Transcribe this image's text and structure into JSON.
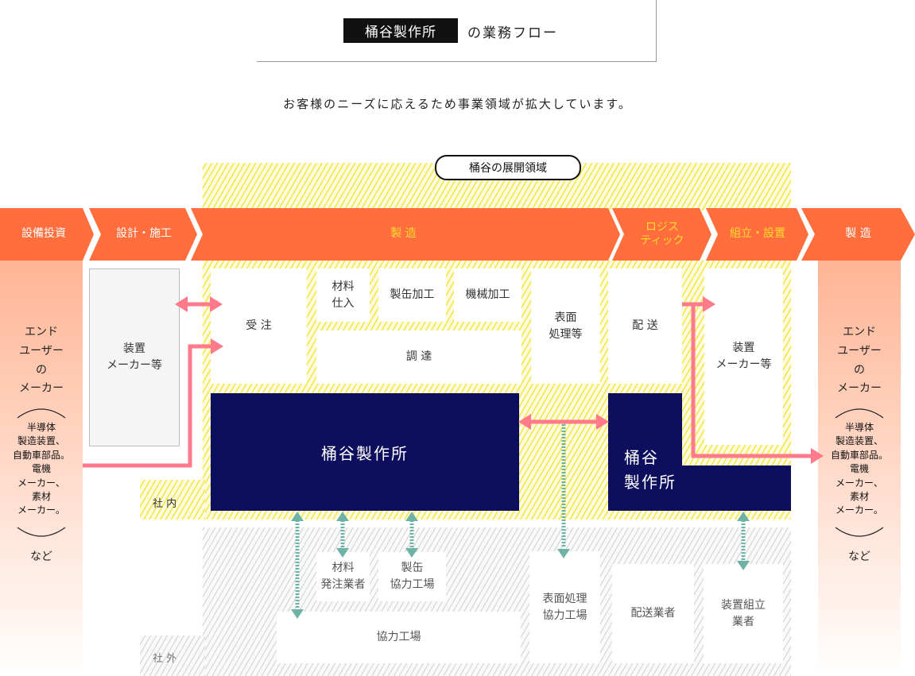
{
  "header": {
    "company": "桶谷製作所",
    "suffix": "の業務フロー",
    "subtitle": "お客様のニーズに応えるため事業領域が拡大しています。"
  },
  "domain_label": "桶谷の展開領域",
  "stages": {
    "capex": "設備投資",
    "design": "設計・施工",
    "mfg": "製 造",
    "logistics": "ロジス\nティック",
    "assembly": "組立・設置",
    "mfg_right": "製 造"
  },
  "end_user": {
    "title": "エンド\nユーザー\nの\nメーカー",
    "examples": "半導体\n製造装置、\n自動車部品。\n電機\nメーカー、\n素材\nメーカー。",
    "etc": "など"
  },
  "boxes": {
    "equipment_maker_left": "装置\nメーカー等",
    "order": "受 注",
    "material": "材料\n仕入",
    "canning": "製缶加工",
    "machining": "機械加工",
    "procure": "調 達",
    "surface": "表面\n処理等",
    "delivery": "配 送",
    "equipment_maker_right": "装置\nメーカー等",
    "company_main": "桶谷製作所",
    "company_right": "桶谷\n製作所"
  },
  "areas": {
    "internal": "社 内",
    "external": "社 外"
  },
  "partners": {
    "material_vendor": "材料\n発注業者",
    "canning_partner": "製缶\n協力工場",
    "cooperating_factory": "協力工場",
    "surface_partner": "表面処理\n協力工場",
    "delivery_vendor": "配送業者",
    "assembly_vendor": "装置組立\n業者"
  },
  "colors": {
    "orange": "#ff6e3c",
    "navy": "#0e0e5e",
    "yellow_text": "#ffdc32",
    "pink": "#ff7a8a",
    "teal": "#6fb3a6"
  }
}
